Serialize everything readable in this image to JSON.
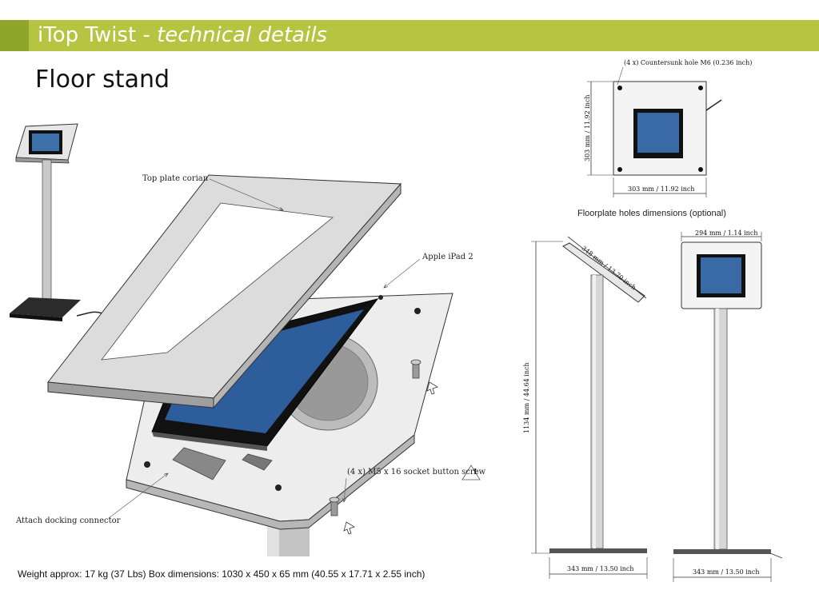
{
  "header": {
    "title_main": "iTop Twist - ",
    "title_italic": "technical details",
    "accent_color": "#b5c541"
  },
  "subtitle": "Floor stand",
  "callouts": {
    "top_plate": "Top  plate corian",
    "apple_ipad": "Apple iPad 2",
    "socket_screw": "(4 x) M5 x 16 socket button screw",
    "screw_number": "1",
    "docking": "Attach docking connector",
    "countersunk": "(4 x) Countersunk hole M6 (0.236 inch)"
  },
  "dimensions": {
    "plate_height": "303 mm / 11.92 inch",
    "plate_width": "303 mm / 11.92 inch",
    "floorplate_caption": "Floorplate holes dimensions (optional)",
    "tilt_depth": "348 mm / 13.70 inch",
    "head_width": "294 mm / 1.14 inch",
    "total_height": "1134 mm / 44.64 inch",
    "base_side": "343 mm / 13.50 inch",
    "base_front": "343 mm / 13.50 inch"
  },
  "footer": {
    "weight": "Weight approx: 17 kg (37 Lbs) Box dimensions: ",
    "box": "1030 x 450 x 65 mm (40.55 x 17.71 x 2.55 inch)"
  }
}
